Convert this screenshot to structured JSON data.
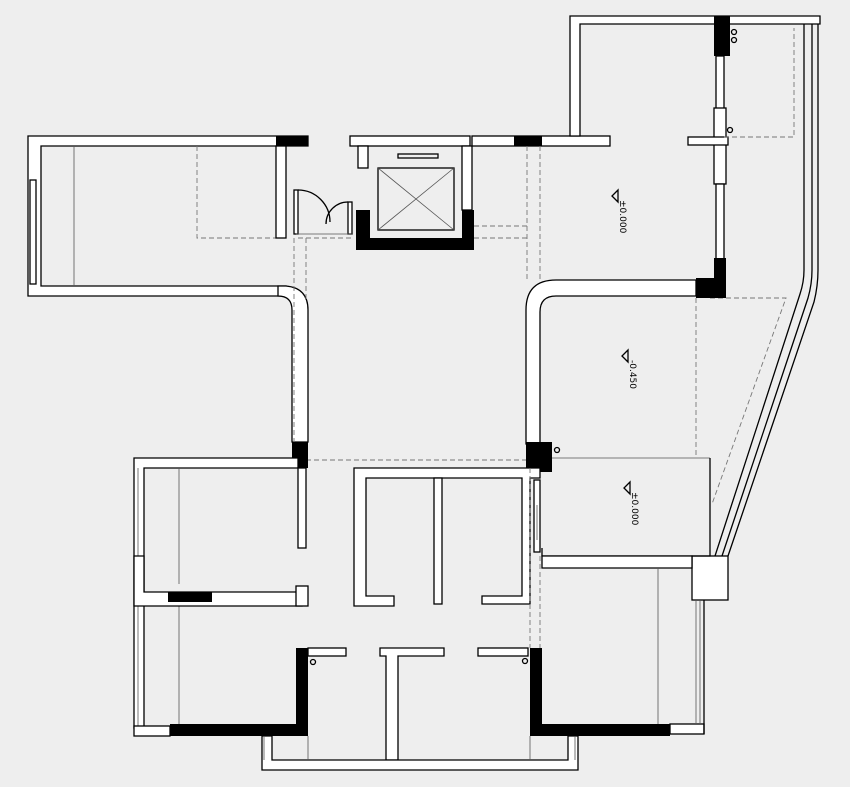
{
  "drawing": {
    "type": "architectural floor plan",
    "level_marks": [
      {
        "label": "±0.000"
      },
      {
        "label": "-0.450"
      },
      {
        "label": "±0.000"
      }
    ],
    "colors": {
      "background": "#eeeeee",
      "wall_fill": "#ffffff",
      "line": "#000000",
      "column": "#000000"
    }
  }
}
